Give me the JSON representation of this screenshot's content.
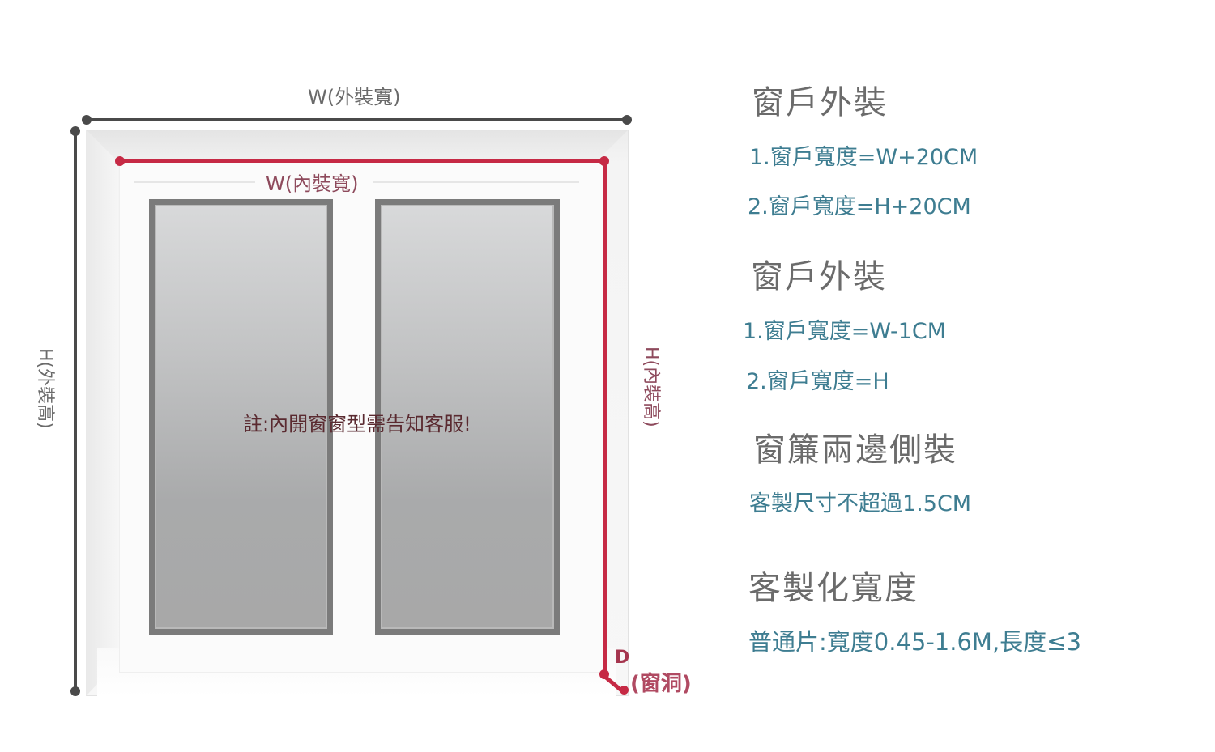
{
  "diagram": {
    "outer_width_label": "W(外裝寬)",
    "inner_width_label": "W(內裝寬)",
    "outer_height_label": "H(外裝高)",
    "inner_height_label": "H(內裝高)",
    "depth_marker": "D",
    "depth_label": "(窗洞)",
    "note": "註:內開窗窗型需告知客服!",
    "colors": {
      "outer_dimension": "#4a4a4a",
      "inner_dimension": "#c62a45",
      "glass_frame": "#7b7b7b",
      "label_gray": "#6a6a6a",
      "label_red": "#8e4a5c"
    }
  },
  "sections": [
    {
      "title": "窗戶外裝",
      "lines": [
        "1.窗戶寬度=W+20CM",
        "2.窗戶寬度=H+20CM"
      ]
    },
    {
      "title": "窗戶外裝",
      "lines": [
        "1.窗戶寬度=W-1CM",
        "2.窗戶寬度=H"
      ]
    },
    {
      "title": "窗簾兩邊側裝",
      "lines": [
        "客製尺寸不超過1.5CM"
      ]
    },
    {
      "title": "客製化寬度",
      "lines": [
        "普通片:寬度0.45-1.6M,長度≤3"
      ]
    }
  ],
  "colors": {
    "title_text": "#6b6b6b",
    "body_text": "#3e7d91"
  }
}
